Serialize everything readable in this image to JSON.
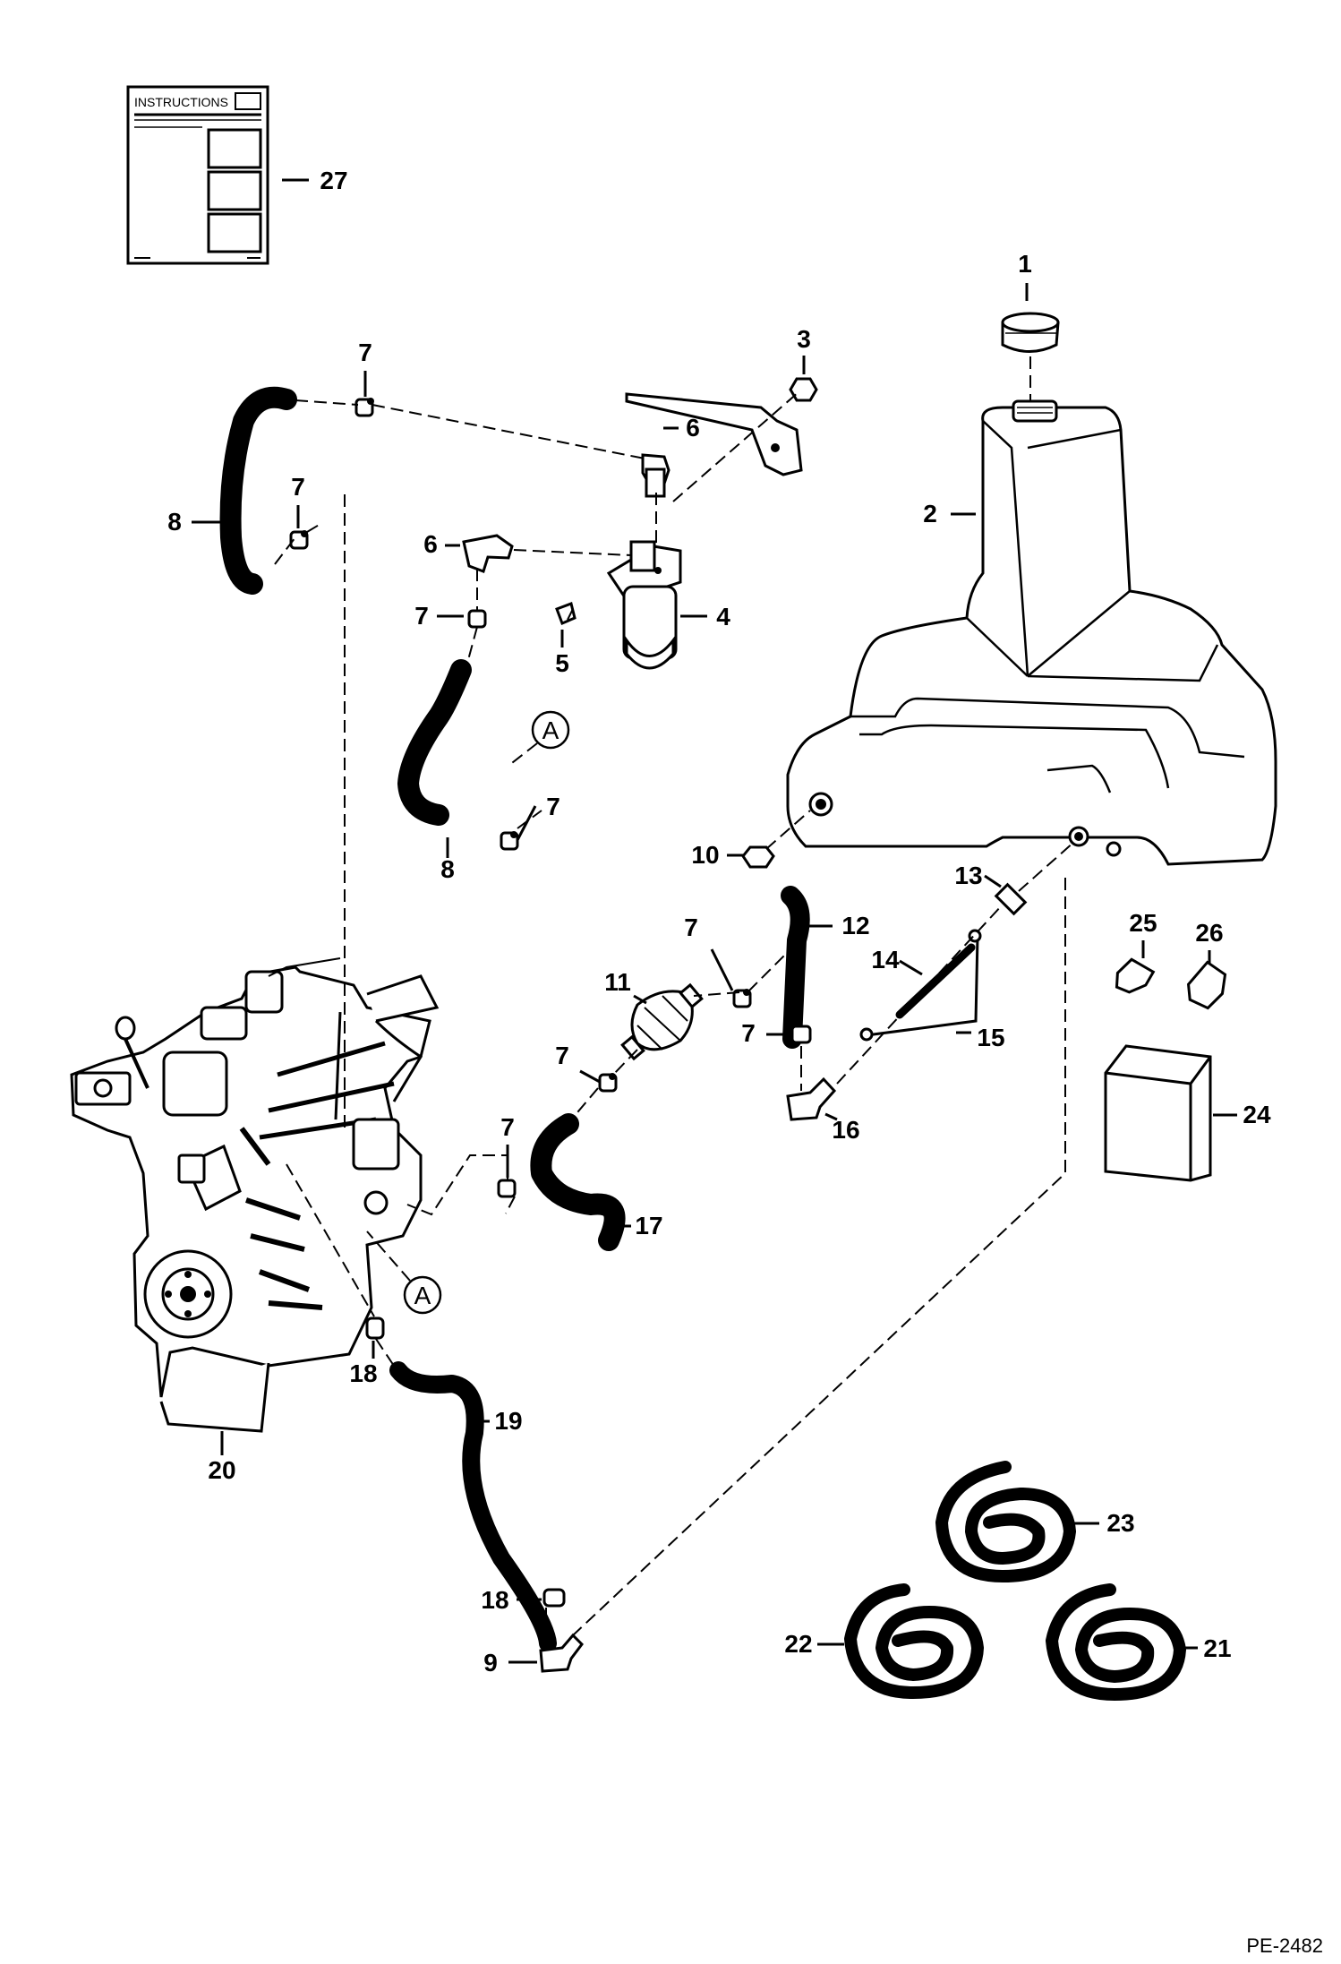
{
  "drawing_ref": "PE-2482",
  "instructions_heading": "INSTRUCTIONS",
  "callouts": [
    {
      "id": "1",
      "label": "1"
    },
    {
      "id": "2",
      "label": "2"
    },
    {
      "id": "3",
      "label": "3"
    },
    {
      "id": "4",
      "label": "4"
    },
    {
      "id": "5",
      "label": "5"
    },
    {
      "id": "6a",
      "label": "6"
    },
    {
      "id": "6b",
      "label": "6"
    },
    {
      "id": "7a",
      "label": "7"
    },
    {
      "id": "7b",
      "label": "7"
    },
    {
      "id": "7c",
      "label": "7"
    },
    {
      "id": "7d",
      "label": "7"
    },
    {
      "id": "7e",
      "label": "7"
    },
    {
      "id": "7f",
      "label": "7"
    },
    {
      "id": "7g",
      "label": "7"
    },
    {
      "id": "7h",
      "label": "7"
    },
    {
      "id": "8a",
      "label": "8"
    },
    {
      "id": "8b",
      "label": "8"
    },
    {
      "id": "9",
      "label": "9"
    },
    {
      "id": "10",
      "label": "10"
    },
    {
      "id": "11",
      "label": "11"
    },
    {
      "id": "12",
      "label": "12"
    },
    {
      "id": "13",
      "label": "13"
    },
    {
      "id": "14",
      "label": "14"
    },
    {
      "id": "15",
      "label": "15"
    },
    {
      "id": "16",
      "label": "16"
    },
    {
      "id": "17",
      "label": "17"
    },
    {
      "id": "18a",
      "label": "18"
    },
    {
      "id": "18b",
      "label": "18"
    },
    {
      "id": "19",
      "label": "19"
    },
    {
      "id": "20",
      "label": "20"
    },
    {
      "id": "21",
      "label": "21"
    },
    {
      "id": "22",
      "label": "22"
    },
    {
      "id": "23",
      "label": "23"
    },
    {
      "id": "24",
      "label": "24"
    },
    {
      "id": "25",
      "label": "25"
    },
    {
      "id": "26",
      "label": "26"
    },
    {
      "id": "27",
      "label": "27"
    }
  ],
  "connection_markers": [
    {
      "id": "A1",
      "label": "A"
    },
    {
      "id": "A2",
      "label": "A"
    }
  ]
}
